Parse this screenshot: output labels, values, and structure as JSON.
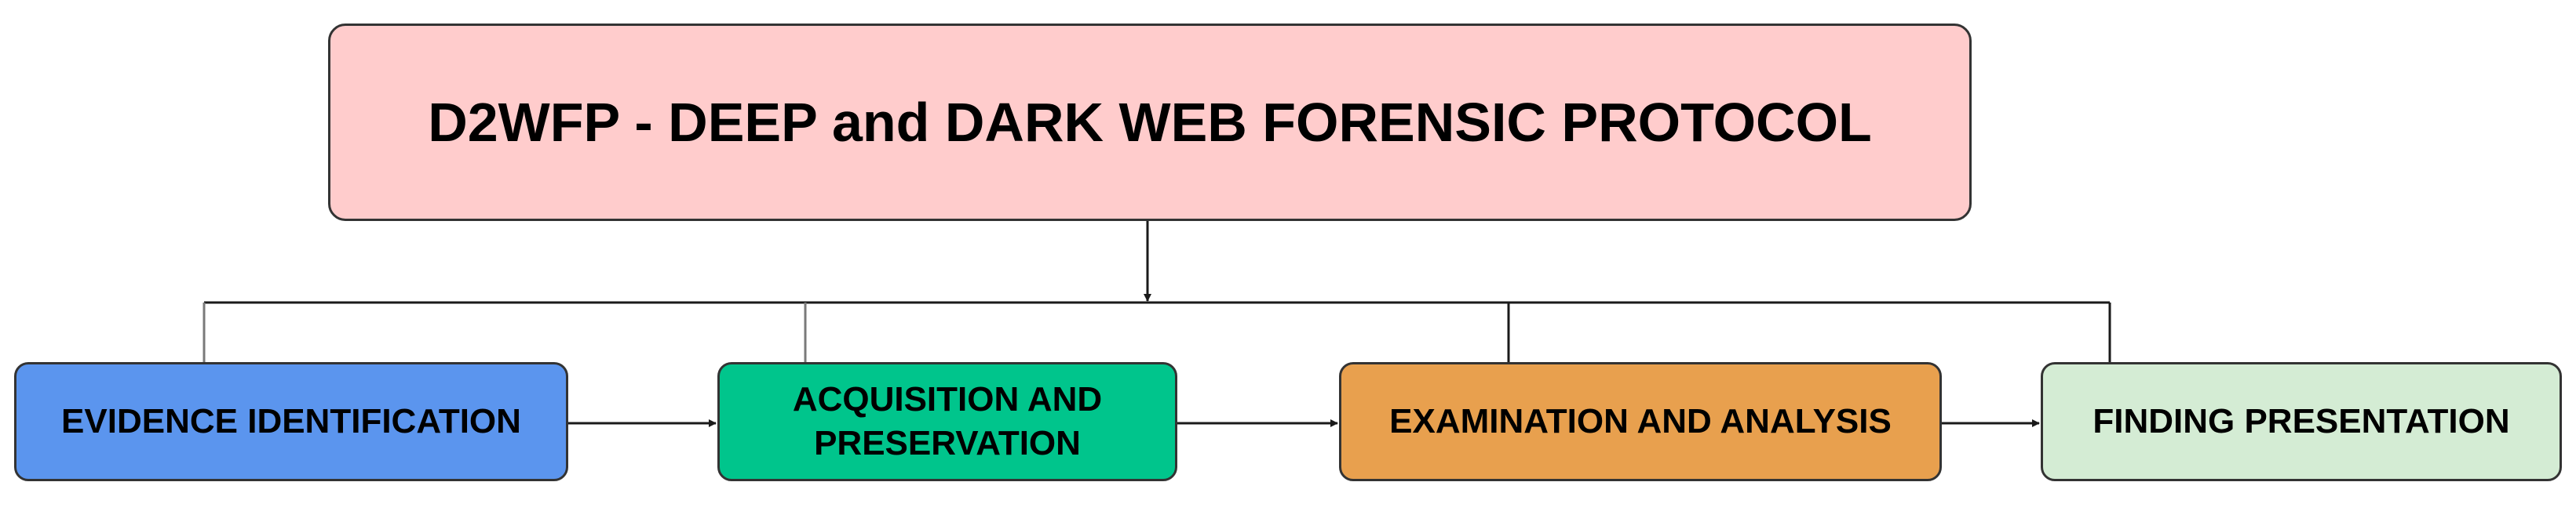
{
  "diagram": {
    "title": {
      "label": "D2WFP - DEEP and DARK WEB FORENSIC PROTOCOL",
      "color": "#ffcccc"
    },
    "steps": [
      {
        "label": "EVIDENCE IDENTIFICATION",
        "color": "#5b95ee"
      },
      {
        "label": "ACQUISITION AND\nPRESERVATION",
        "color": "#00c58c"
      },
      {
        "label": "EXAMINATION AND ANALYSIS",
        "color": "#e8a04e"
      },
      {
        "label": "FINDING PRESENTATION",
        "color": "#d4ecd4"
      }
    ],
    "connector_color": "#1a1a1a"
  }
}
